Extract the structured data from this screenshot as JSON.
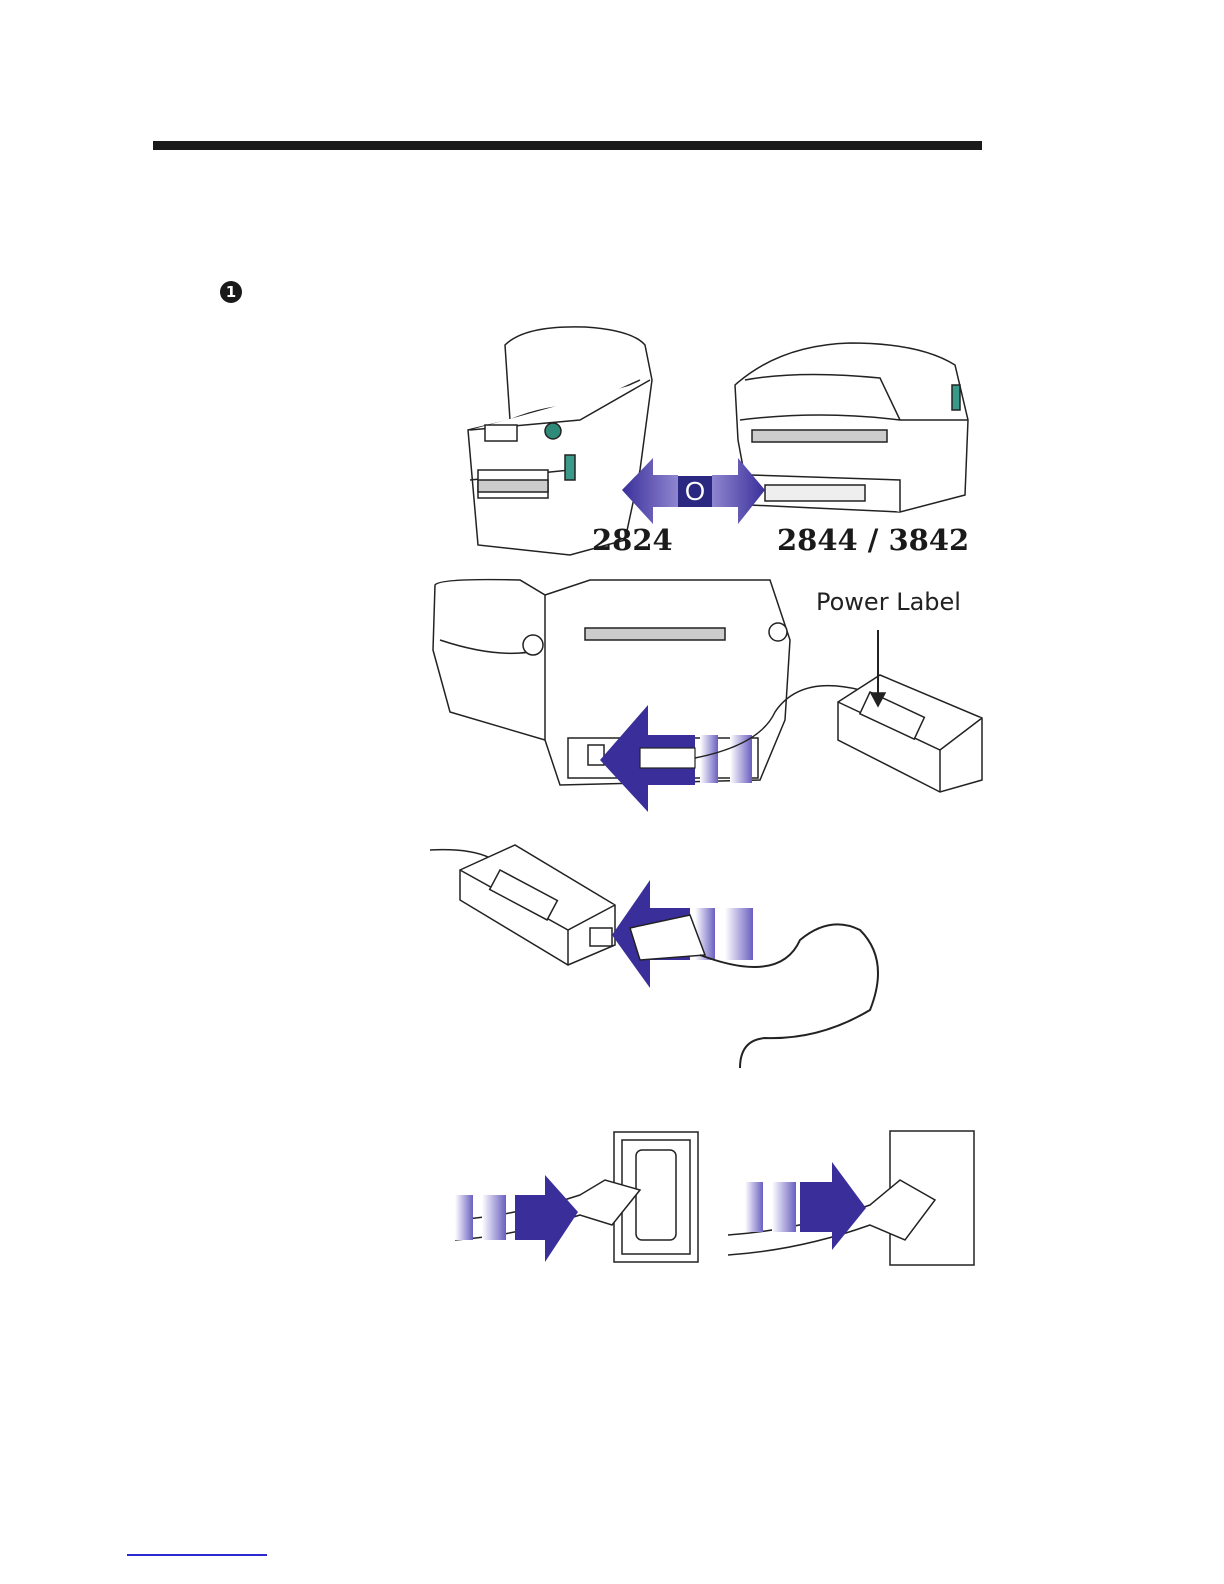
{
  "step": {
    "marker": "1"
  },
  "printers": {
    "left_model": "2824",
    "right_model": "2844 / 3842",
    "or_text": "O"
  },
  "power_supply": {
    "label": "Power Label"
  },
  "colors": {
    "arrow": "#4a3fa8",
    "arrow_dark": "#2a2880",
    "rule": "#1a1a1a",
    "footer_rule": "#2a2ad0"
  }
}
